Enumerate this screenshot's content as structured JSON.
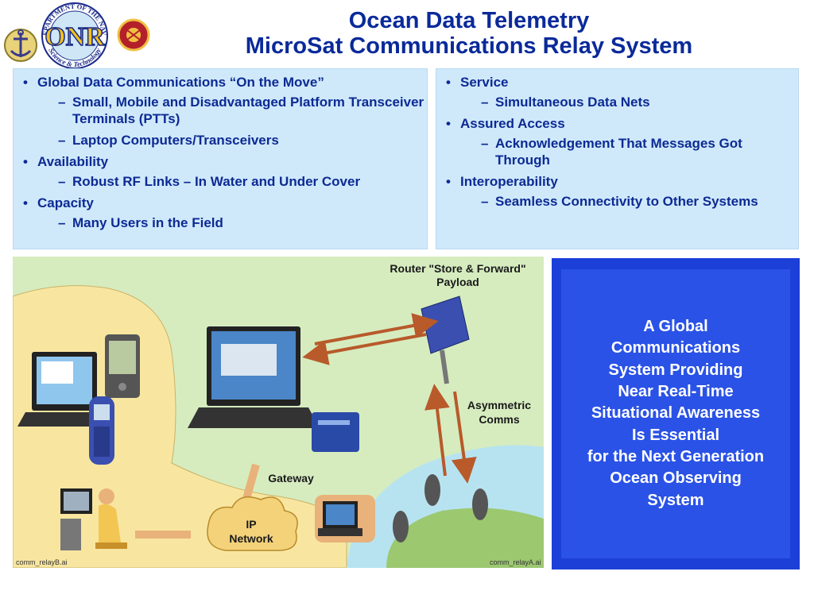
{
  "logo": {
    "emblem_text": "DEPARTMENT OF THE NAVY",
    "letters": "ONR",
    "subtitle": "Science & Technology"
  },
  "title": {
    "line1": "Ocean Data Telemetry",
    "line2": "MicroSat Communications Relay System"
  },
  "left_panel": [
    {
      "label": "Global Data Communications “On the Move”",
      "subs": [
        "Small, Mobile and Disadvantaged Platform Transceiver Terminals (PTTs)",
        "Laptop Computers/Transceivers"
      ]
    },
    {
      "label": "Availability",
      "subs": [
        "Robust RF Links – In Water and Under Cover"
      ]
    },
    {
      "label": "Capacity",
      "subs": [
        "Many Users in the Field"
      ]
    }
  ],
  "right_panel": [
    {
      "label": "Service",
      "subs": [
        "Simultaneous Data Nets"
      ]
    },
    {
      "label": "Assured Access",
      "subs": [
        "Acknowledgement That Messages Got Through"
      ]
    },
    {
      "label": "Interoperability",
      "subs": [
        "Seamless Connectivity to Other Systems"
      ]
    }
  ],
  "diagram": {
    "router_label_1": "Router \"Store & Forward\"",
    "router_label_2": "Payload",
    "asym_label_1": "Asymmetric",
    "asym_label_2": "Comms",
    "gateway_label": "Gateway",
    "ip_label_1": "IP",
    "ip_label_2": "Network",
    "file_left": "comm_relayB.ai",
    "file_right": "comm_relayA.ai",
    "colors": {
      "background": "#d6ecbf",
      "sand": "#f8e6a0",
      "land": "#9cc870",
      "water": "#b7e3f1",
      "arrow": "#b85a2a"
    }
  },
  "callout": {
    "lines": [
      "A Global",
      "Communications",
      "System Providing",
      "Near Real-Time",
      "Situational Awareness",
      "Is Essential",
      "for the Next Generation",
      "Ocean Observing",
      "System"
    ],
    "colors": {
      "box": "#1c3fd8",
      "text": "#ffffff"
    }
  }
}
